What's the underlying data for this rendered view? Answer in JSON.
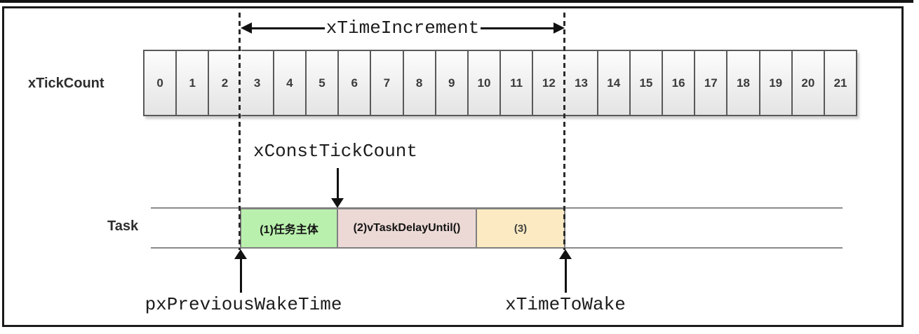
{
  "colors": {
    "border": "#1a1a1a",
    "cell_border": "#595959",
    "cell_bg_top": "#fdfdfd",
    "cell_bg_bottom": "#e4e4e4",
    "track_line": "#8a8a8a",
    "segment_border": "#7f7f7f",
    "segment_green": "#b9f0ad",
    "segment_pink": "#ecd9d5",
    "segment_yellow": "#fcebc2"
  },
  "tick_row": {
    "label": "xTickCount",
    "ticks": [
      "0",
      "1",
      "2",
      "3",
      "4",
      "5",
      "6",
      "7",
      "8",
      "9",
      "10",
      "11",
      "12",
      "13",
      "14",
      "15",
      "16",
      "17",
      "18",
      "19",
      "20",
      "21"
    ],
    "dashed_boundaries": [
      3,
      13
    ]
  },
  "annotations": {
    "time_increment": "xTimeIncrement",
    "const_tick_count": "xConstTickCount",
    "prev_wake_time": "pxPreviousWakeTime",
    "time_to_wake": "xTimeToWake"
  },
  "task": {
    "label": "Task",
    "segments": [
      {
        "label": "(1)任务主体",
        "color_key": "segment_green"
      },
      {
        "label": "(2)vTaskDelayUntil()",
        "color_key": "segment_pink"
      },
      {
        "label": "(3)",
        "color_key": "segment_yellow"
      }
    ]
  }
}
